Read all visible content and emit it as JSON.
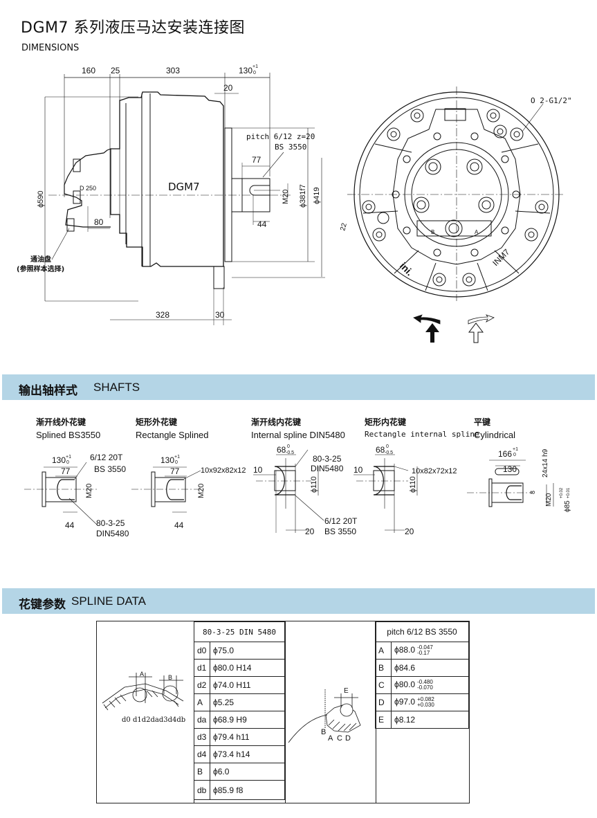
{
  "header": {
    "title": "DGM7 系列液压马达安装连接图",
    "subtitle": "DIMENSIONS"
  },
  "side_view": {
    "model_label": "DGM7",
    "dims": {
      "d160": "160",
      "d25": "25",
      "d303": "303",
      "d130": "130",
      "d130_tol_upper": "+1",
      "d130_tol_lower": "0",
      "d20": "20",
      "d77": "77",
      "d44": "44",
      "d80": "80",
      "d328": "328",
      "d30": "30",
      "phi590": "ϕ590",
      "phi381": "ϕ381f7",
      "phi419": "ϕ419",
      "m20": "M20",
      "d250": "D 250"
    },
    "pitch_label": "pitch 6/12 z=20",
    "bs_label": "BS 3550",
    "oil_pan_label": "通油盘",
    "oil_pan_note": "(参照样本选择)"
  },
  "front_view": {
    "port_label": "O 2-G1/2\"",
    "dim22": "22",
    "brand_text": "ini.",
    "model_text": "INM7",
    "port_a": "A",
    "port_b": "B",
    "rotation_arrows": [
      "ccw-solid",
      "cw-hollow"
    ]
  },
  "shafts_section": {
    "title_zh": "输出轴样式",
    "title_en": "SHAFTS",
    "items": [
      {
        "zh": "渐开线外花键",
        "en": "Splined BS3550",
        "labels": [
          "130",
          "+1",
          "0",
          "6/12 20T",
          "BS 3550",
          "77",
          "M20",
          "44",
          "80-3-25",
          "DIN5480"
        ]
      },
      {
        "zh": "矩形外花键",
        "en": "Rectangle Splined",
        "labels": [
          "130",
          "+1",
          "0",
          "10x92x82x12",
          "77",
          "M20",
          "44"
        ]
      },
      {
        "zh": "渐开线内花键",
        "en": "Internal spline DIN5480",
        "labels": [
          "68",
          "0",
          "-0.5",
          "80-3-25",
          "DIN5480",
          "10",
          "ϕ110",
          "6/12 20T",
          "BS 3550",
          "20"
        ]
      },
      {
        "zh": "矩形内花键",
        "en": "Rectangle internal spline",
        "labels": [
          "68",
          "0",
          "-0.5",
          "10x82x72x12",
          "10",
          "ϕ110",
          "20"
        ]
      },
      {
        "zh": "平键",
        "en": "Cylindrical",
        "labels": [
          "166",
          "+1",
          "0",
          "24x14 h9",
          "130",
          "8",
          "M20",
          "ϕ85",
          "+0.02",
          "+0.01"
        ]
      }
    ]
  },
  "spline_section": {
    "title_zh": "花键参数",
    "title_en": "SPLINE DATA",
    "din": {
      "header": "80-3-25 DIN 5480",
      "diagram_labels": [
        "A",
        "B",
        "d0 d1d2dad3d4db"
      ],
      "rows": [
        {
          "sym": "d0",
          "val": "ϕ75.0"
        },
        {
          "sym": "d1",
          "val": "ϕ80.0 H14"
        },
        {
          "sym": "d2",
          "val": "ϕ74.0 H11"
        },
        {
          "sym": "A",
          "val": "ϕ5.25"
        },
        {
          "sym": "da",
          "val": "ϕ68.9 H9"
        },
        {
          "sym": "d3",
          "val": "ϕ79.4 h11"
        },
        {
          "sym": "d4",
          "val": "ϕ73.4 h14"
        },
        {
          "sym": "B",
          "val": "ϕ6.0"
        },
        {
          "sym": "db",
          "val": "ϕ85.9 f8"
        }
      ]
    },
    "bs": {
      "header": "pitch 6/12 BS 3550",
      "diagram_labels": [
        "E",
        "B",
        "A",
        "C",
        "D"
      ],
      "rows": [
        {
          "sym": "A",
          "val": "ϕ88.0",
          "tol_upper": "-0.047",
          "tol_lower": "-0.17"
        },
        {
          "sym": "B",
          "val": "ϕ84.6",
          "tol_upper": "",
          "tol_lower": ""
        },
        {
          "sym": "C",
          "val": "ϕ80.0",
          "tol_upper": "-0.480",
          "tol_lower": "-0.070"
        },
        {
          "sym": "D",
          "val": "ϕ97.0",
          "tol_upper": "+0.082",
          "tol_lower": "+0.030"
        },
        {
          "sym": "E",
          "val": "ϕ8.12",
          "tol_upper": "",
          "tol_lower": ""
        }
      ]
    }
  }
}
